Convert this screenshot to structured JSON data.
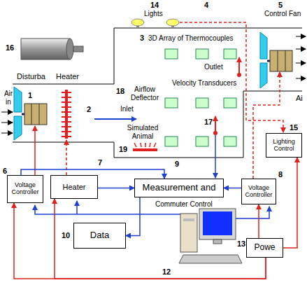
{
  "diagram": {
    "nodes": [
      {
        "text": [
          "Voltage Controller"
        ]
      },
      {
        "text": [
          "Heater"
        ]
      },
      {
        "text": [
          "Measurement and"
        ]
      },
      {
        "text": [
          "Voltage Controller"
        ]
      },
      {
        "text": [
          "Lighting Control"
        ]
      },
      {
        "text": [
          "Data"
        ]
      },
      {
        "text": [
          "Powe"
        ]
      }
    ],
    "edges": [
      {
        "from": 1,
        "to": 2,
        "arrow": "to"
      },
      {
        "from": 0,
        "to": 2,
        "arrow": "to"
      },
      {
        "from": 2,
        "to": 5,
        "arrow": "to"
      },
      {
        "from": 3,
        "to": 2,
        "arrow": "to"
      },
      {
        "from": 6,
        "to": 0,
        "arrow": "to"
      },
      {
        "from": 6,
        "to": 1,
        "arrow": "to"
      },
      {
        "from": 6,
        "to": 3,
        "arrow": "to"
      },
      {
        "from": 6,
        "to": 4,
        "arrow": "to"
      }
    ],
    "labels": [
      "Air in",
      "Disturba",
      "Heater",
      "1",
      "16",
      "2",
      "18",
      "Airflow Deflector",
      "Inlet",
      "3",
      "3D Array of Thermocouples",
      "14",
      "Lights",
      "4",
      "5",
      "Control Fan",
      "Outlet",
      "Velocity Transducers",
      "Ai",
      "17",
      "19",
      "Simulated Animal",
      "9",
      "7",
      "6",
      "8",
      "15",
      "Commuter Control",
      "10",
      "12",
      "13"
    ]
  }
}
